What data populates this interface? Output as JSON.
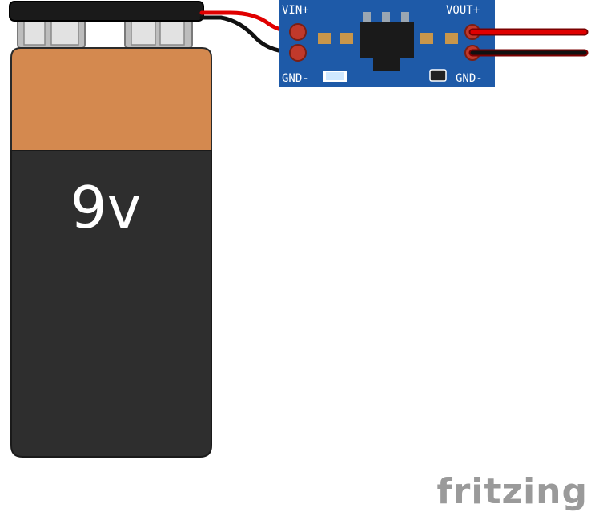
{
  "battery": {
    "label": "9v",
    "colors": {
      "cap": "#d4894f",
      "body": "#2e2e2e",
      "terminal": "#c8c8c8",
      "clip": "#1a1a1a"
    }
  },
  "regulator": {
    "pins": {
      "vin_plus": "VIN+",
      "vout_plus": "VOUT+",
      "gnd_in": "GND-",
      "gnd_out": "GND-"
    },
    "colors": {
      "pcb": "#1e5aa8",
      "pad": "#c0392b",
      "chip": "#1a1a1a",
      "smd": "#c8964b"
    }
  },
  "wires": {
    "positive_color": "#e00000",
    "negative_color": "#111111"
  },
  "watermark": {
    "text": "fritzing"
  }
}
